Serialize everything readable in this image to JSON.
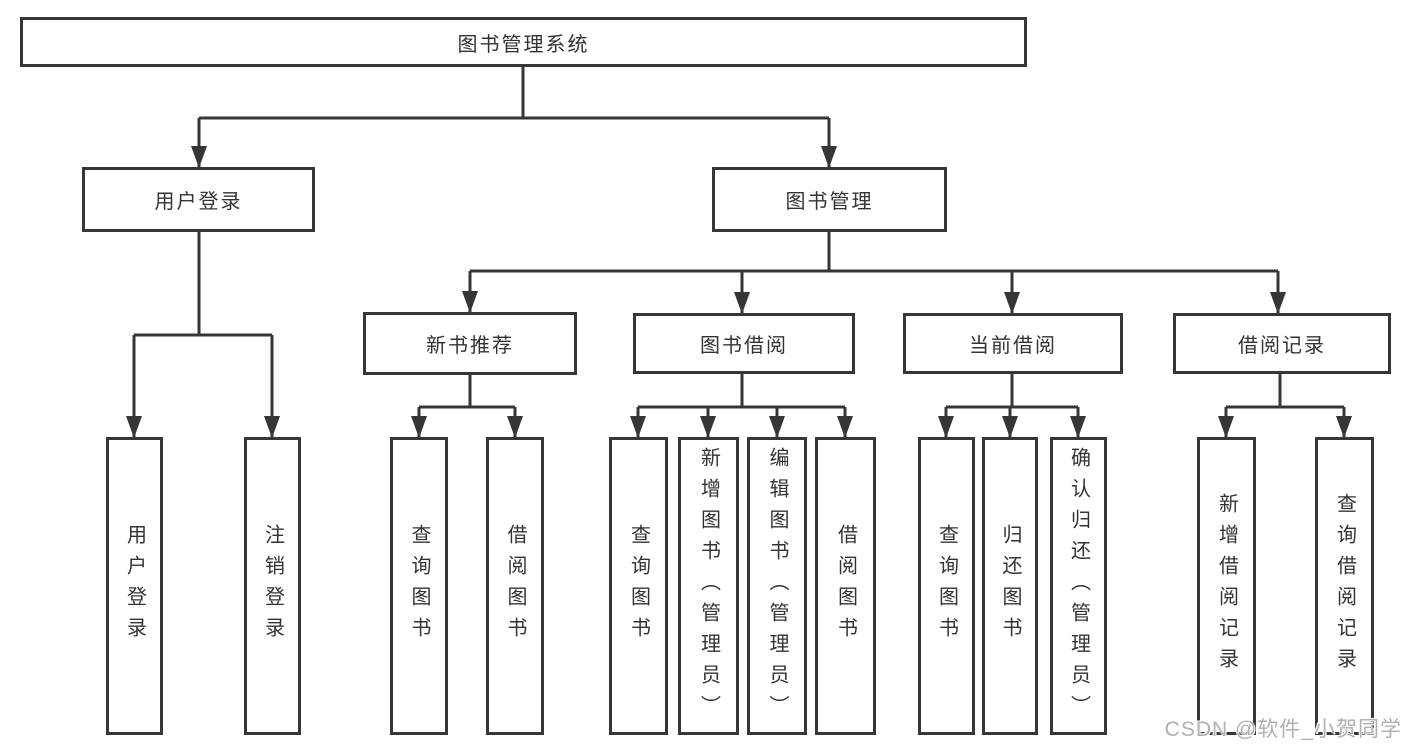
{
  "diagram": {
    "type": "hierarchy",
    "nodes": {
      "root": {
        "label": "图书管理系统"
      },
      "user_login": {
        "label": "用户登录",
        "parent": "图书管理系统"
      },
      "book_management": {
        "label": "图书管理",
        "parent": "图书管理系统"
      },
      "new_book_recommend": {
        "label": "新书推荐",
        "parent": "图书管理"
      },
      "book_borrowing": {
        "label": "图书借阅",
        "parent": "图书管理"
      },
      "current_borrowing": {
        "label": "当前借阅",
        "parent": "图书管理"
      },
      "borrowing_records": {
        "label": "借阅记录",
        "parent": "图书管理"
      }
    },
    "leaves": [
      {
        "label": "用户登录",
        "parent": "用户登录"
      },
      {
        "label": "注销登录",
        "parent": "用户登录"
      },
      {
        "label": "查询图书",
        "parent": "新书推荐"
      },
      {
        "label": "借阅图书",
        "parent": "新书推荐"
      },
      {
        "label": "查询图书",
        "parent": "图书借阅"
      },
      {
        "label": "新增图书（管理员）",
        "parent": "图书借阅"
      },
      {
        "label": "编辑图书（管理员）",
        "parent": "图书借阅"
      },
      {
        "label": "借阅图书",
        "parent": "图书借阅"
      },
      {
        "label": "查询图书",
        "parent": "当前借阅"
      },
      {
        "label": "归还图书",
        "parent": "当前借阅"
      },
      {
        "label": "确认归还（管理员）",
        "parent": "当前借阅"
      },
      {
        "label": "新增借阅记录",
        "parent": "借阅记录"
      },
      {
        "label": "查询借阅记录",
        "parent": "借阅记录"
      }
    ],
    "colors": {
      "line": "#363636",
      "text": "#333333",
      "box_fill": "#ffffff",
      "background": "#ffffff",
      "watermark": "#b0b0b0"
    }
  },
  "watermark": {
    "text": "CSDN @软件_小贺同学"
  }
}
